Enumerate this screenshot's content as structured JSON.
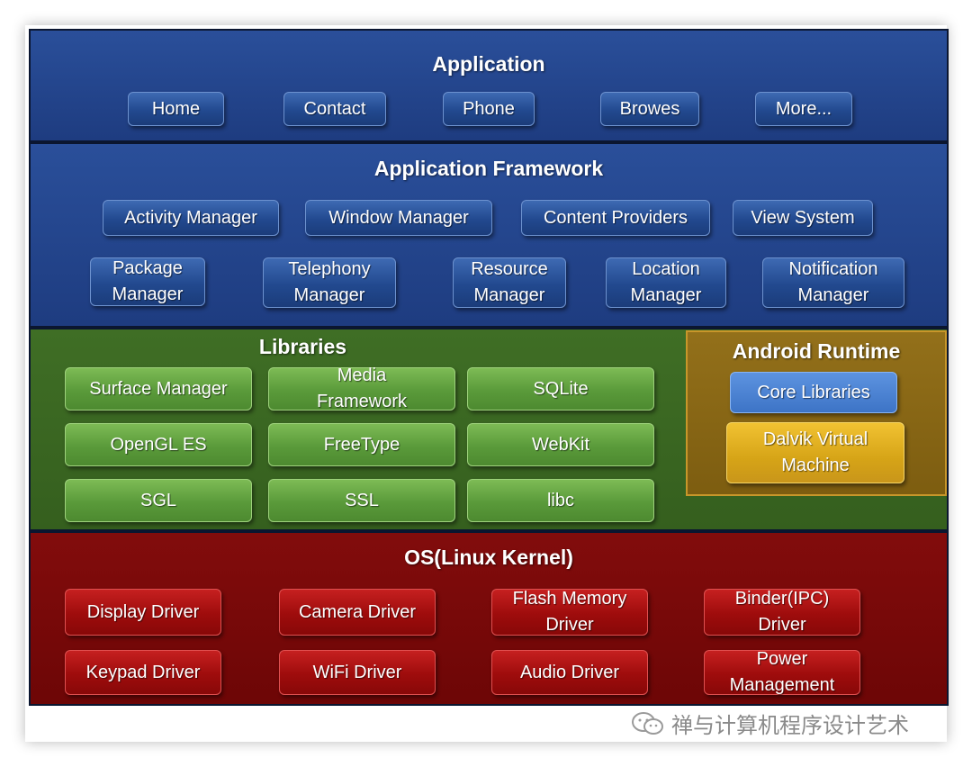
{
  "application": {
    "title": "Application",
    "items": [
      "Home",
      "Contact",
      "Phone",
      "Browes",
      "More..."
    ]
  },
  "framework": {
    "title": "Application Framework",
    "row1": [
      "Activity Manager",
      "Window Manager",
      "Content Providers",
      "View System"
    ],
    "row2": [
      "Package\nManager",
      "Telephony\nManager",
      "Resource\nManager",
      "Location\nManager",
      "Notification\nManager"
    ]
  },
  "libraries": {
    "title": "Libraries",
    "items": [
      "Surface Manager",
      "Media\nFramework",
      "SQLite",
      "OpenGL ES",
      "FreeType",
      "WebKit",
      "SGL",
      "SSL",
      "libc"
    ]
  },
  "runtime": {
    "title": "Android Runtime",
    "core": "Core Libraries",
    "dalvik": "Dalvik Virtual\nMachine"
  },
  "kernel": {
    "title": "OS(Linux Kernel)",
    "items": [
      "Display Driver",
      "Camera Driver",
      "Flash Memory\nDriver",
      "Binder(IPC)\nDriver",
      "Keypad Driver",
      "WiFi Driver",
      "Audio Driver",
      "Power\nManagement"
    ]
  },
  "watermark": {
    "icon": "wechat-icon",
    "text": "禅与计算机程序设计艺术"
  },
  "colors": {
    "application_bg": "#1f3f86",
    "framework_bg": "#1f3f86",
    "libraries_bg": "#3e6b24",
    "runtime_bg": "#8a6a10",
    "kernel_bg": "#7a0a0a"
  }
}
